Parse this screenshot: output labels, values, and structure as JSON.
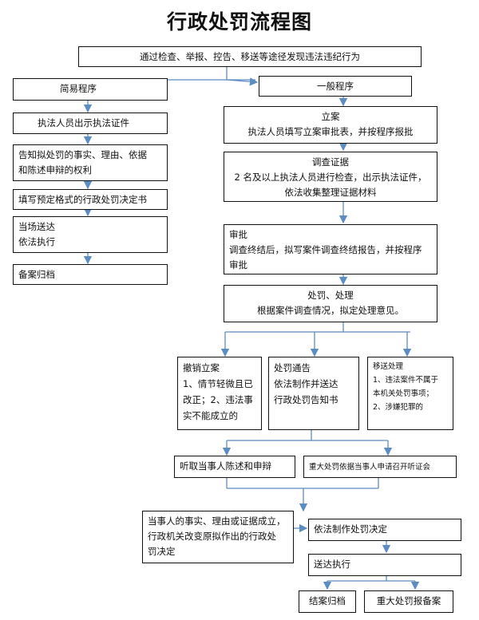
{
  "title": "行政处罚流程图",
  "boxes": {
    "start": "通过检查、举报、控告、移送等途径发现违法违纪行为",
    "simple": "简易程序",
    "general": "一般程序",
    "s1": "执法人员出示执法证件",
    "s2": "告知拟处罚的事实、理由、依据\n和陈述申辩的权利",
    "s3": "填写预定格式的行政处罚决定书",
    "s4": "当场送达\n依法执行",
    "s5": "备案归档",
    "g1": "立案\n执法人员填写立案审批表，并按程序报批",
    "g2": "调查证据\n2 名及以上执法人员进行检查，出示执法证件，\n依法收集整理证据材料",
    "g3": "审批\n调查终结后，拟写案件调查终结报告，并按程序\n审批",
    "g4": "处罚、处理\n根据案件调查情况，拟定处理意见。",
    "b1": "撤销立案\n1、情节轻微且已\n改正；2、违法事\n实不能成立的",
    "b2": "处罚通告\n依法制作并送达\n行政处罚告知书",
    "b3": "移送处理\n1、违法案件不属于\n本机关处罚事项；\n2、涉嫌犯罪的",
    "h1": "听取当事人陈述和申辩",
    "h2": "重大处罚依据当事人申请召开听证会",
    "r1": "当事人的事实、理由或证据成立，\n行政机关改变原拟作出的行政处\n罚决定",
    "d1": "依法制作处罚决定",
    "d2": "送达执行",
    "e1": "结案归档",
    "e2": "重大处罚报备案"
  },
  "colors": {
    "connector": "#5b8cc4",
    "border": "#111111"
  }
}
